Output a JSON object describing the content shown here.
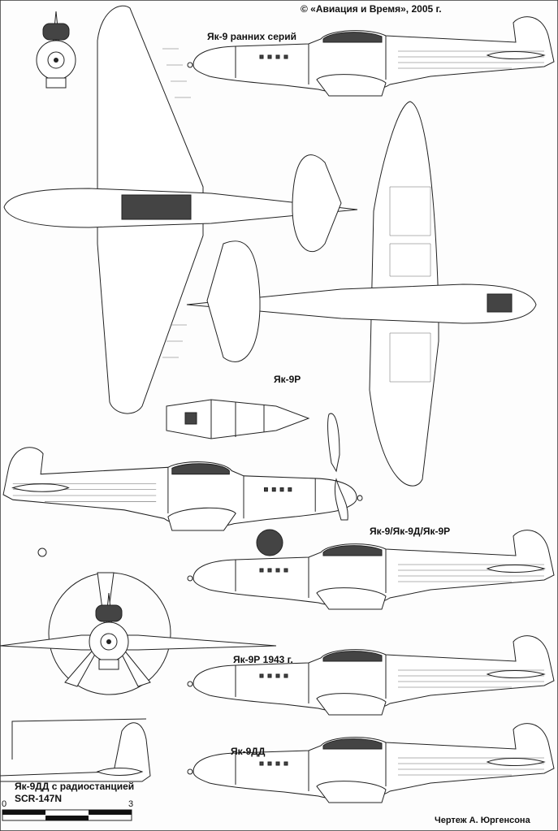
{
  "copyright": "© «Авиация и Время», 2005 г.",
  "labels": {
    "early_series": "Як-9 ранних серий",
    "yak9r": "Як-9Р",
    "yak9_9d_9r": "Як-9/Як-9Д/Як-9Р",
    "yak9r_1943": "Як-9Р 1943 г.",
    "yak9dd": "Як-9ДД",
    "yak9dd_radio_line1": "Як-9ДД с радиостанцией",
    "yak9dd_radio_line2": "SCR-147N"
  },
  "scale": {
    "start": "0",
    "end": "3",
    "unit_segments": 3
  },
  "credit": "Чертеж А. Юргенсона",
  "colors": {
    "ink": "#222222",
    "paper": "#fdfdfd",
    "canopy": "#444444"
  }
}
